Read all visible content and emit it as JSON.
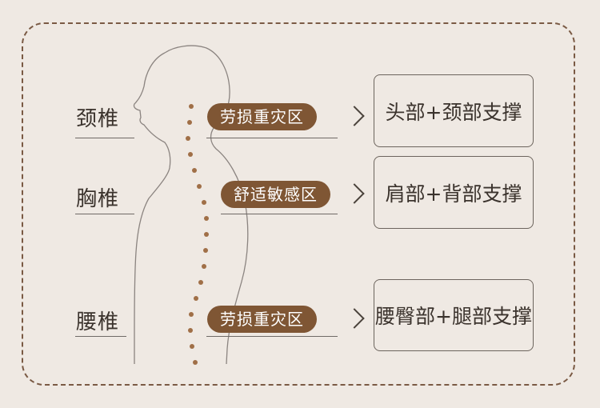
{
  "sections": [
    {
      "spine": "颈椎",
      "zone": "劳损重灾区",
      "support": "头部+颈部支撑"
    },
    {
      "spine": "胸椎",
      "zone": "舒适敏感区",
      "support": "肩部+背部支撑"
    },
    {
      "spine": "腰椎",
      "zone": "劳损重灾区",
      "support": "腰臀部+腿部支撑"
    }
  ],
  "colors": {
    "background": "#efe9e3",
    "frame": "#7a5a44",
    "pill": "#7f5634",
    "pill_text": "#ffffff",
    "spine_dots": "#a06f47",
    "text": "#3b332d"
  },
  "icons": {
    "chevron": "chevron-right-icon"
  }
}
